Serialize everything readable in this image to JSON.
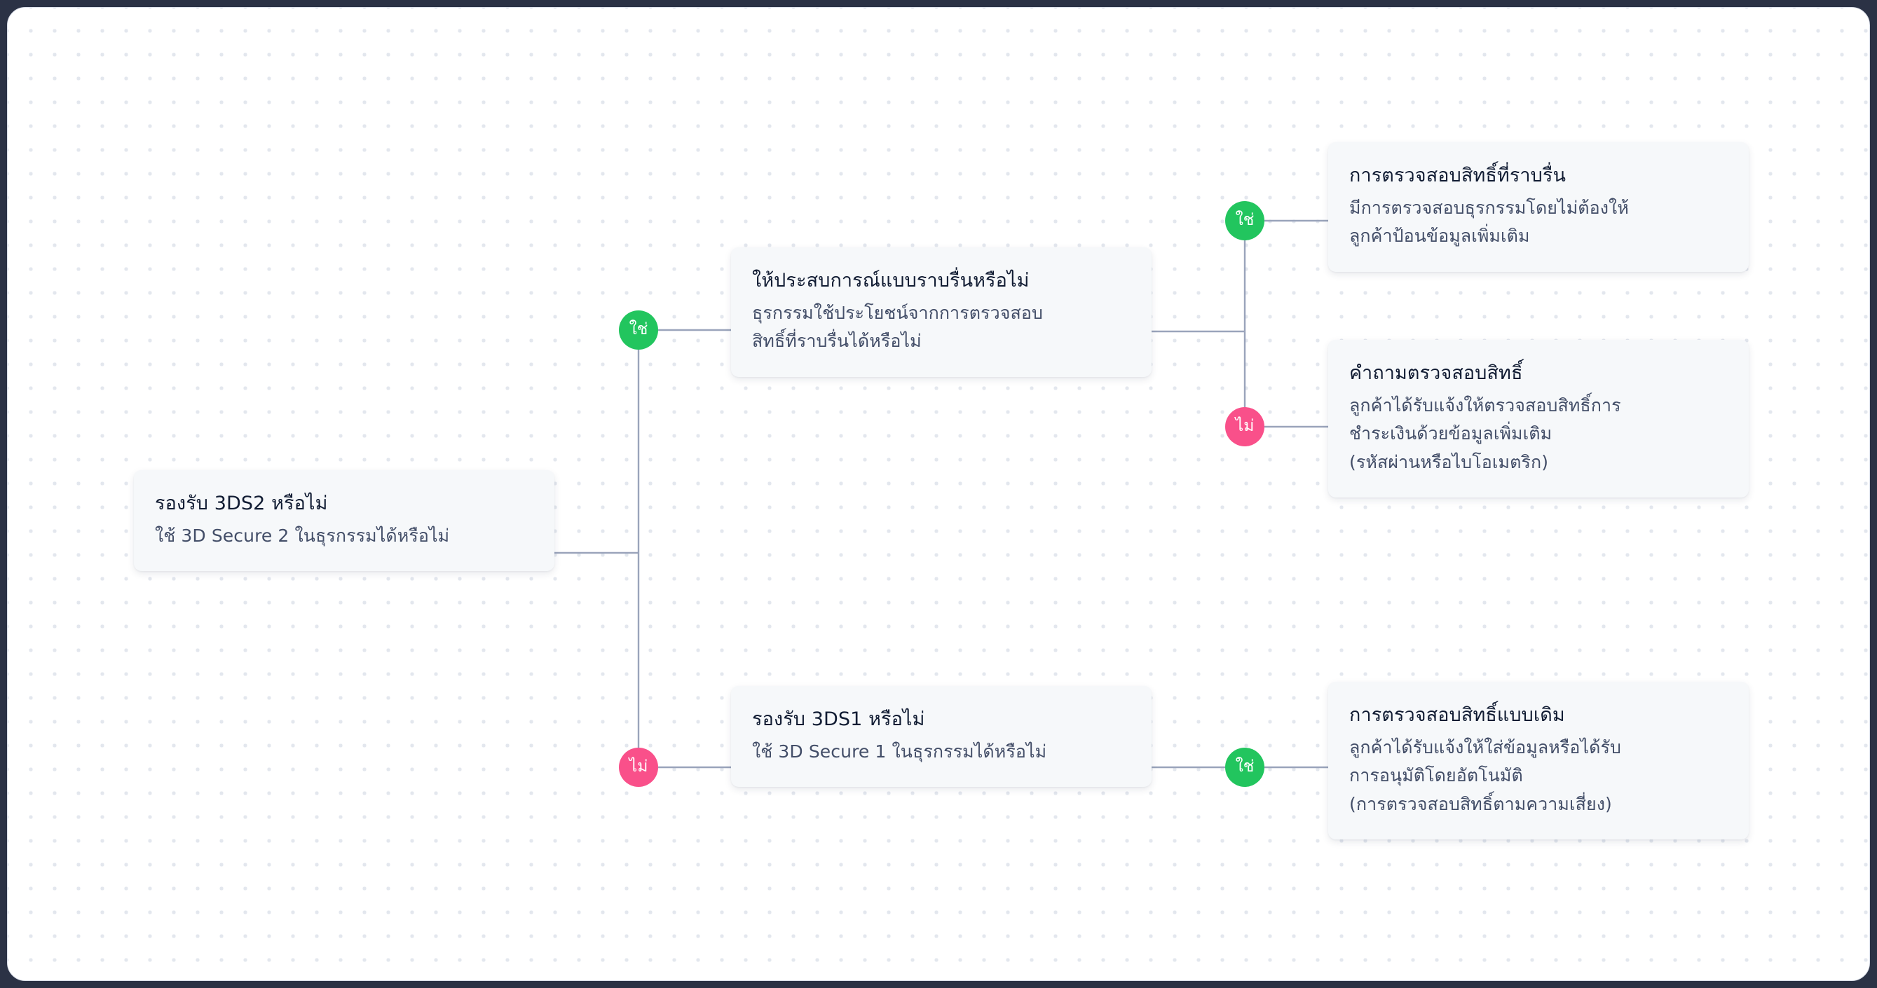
{
  "diagram": {
    "type": "decision-flowchart",
    "language": "th",
    "colors": {
      "canvas_bg": "#ffffff",
      "page_bg": "#2b3245",
      "dot_grid": "#e3e7ee",
      "card_bg": "#f6f8fa",
      "title_text": "#111c33",
      "body_text": "#434e68",
      "edge_line": "#9aa4bb",
      "badge_yes": "#22c55e",
      "badge_no": "#f9508a",
      "badge_text": "#ffffff"
    },
    "nodes": [
      {
        "id": "3ds2",
        "title": "รองรับ 3DS2 หรือไม่",
        "desc": "ใช้ 3D Secure 2 ในธุรกรรมได้หรือไม่"
      },
      {
        "id": "smooth",
        "title": "ให้ประสบการณ์แบบราบรื่นหรือไม่",
        "desc": "ธุรกรรมใช้ประโยชน์จากการตรวจสอบ\nสิทธิ์ที่ราบรื่นได้หรือไม่"
      },
      {
        "id": "3ds1",
        "title": "รองรับ 3DS1 หรือไม่",
        "desc": "ใช้ 3D Secure 1 ในธุรกรรมได้หรือไม่"
      },
      {
        "id": "frictionless",
        "title": "การตรวจสอบสิทธิ์ที่ราบรื่น",
        "desc": "มีการตรวจสอบธุรกรรมโดยไม่ต้องให้\nลูกค้าป้อนข้อมูลเพิ่มเติม"
      },
      {
        "id": "challenge",
        "title": "คำถามตรวจสอบสิทธิ์",
        "desc": "ลูกค้าได้รับแจ้งให้ตรวจสอบสิทธิ์การ\nชำระเงินด้วยข้อมูลเพิ่มเติม\n(รหัสผ่านหรือไบโอเมตริก)"
      },
      {
        "id": "legacy",
        "title": "การตรวจสอบสิทธิ์แบบเดิม",
        "desc": "ลูกค้าได้รับแจ้งให้ใส่ข้อมูลหรือได้รับ\nการอนุมัติโดยอัตโนมัติ\n(การตรวจสอบสิทธิ์ตามความเสี่ยง)"
      }
    ],
    "badges": [
      {
        "id": "l1-yes",
        "label": "ใช่",
        "kind": "yes",
        "from": "3ds2",
        "to": "smooth"
      },
      {
        "id": "l1-no",
        "label": "ไม่",
        "kind": "no",
        "from": "3ds2",
        "to": "3ds1"
      },
      {
        "id": "l2-yes",
        "label": "ใช่",
        "kind": "yes",
        "from": "smooth",
        "to": "frictionless"
      },
      {
        "id": "l2-no",
        "label": "ไม่",
        "kind": "no",
        "from": "smooth",
        "to": "challenge"
      },
      {
        "id": "l3-yes",
        "label": "ใช่",
        "kind": "yes",
        "from": "3ds1",
        "to": "legacy"
      }
    ]
  }
}
